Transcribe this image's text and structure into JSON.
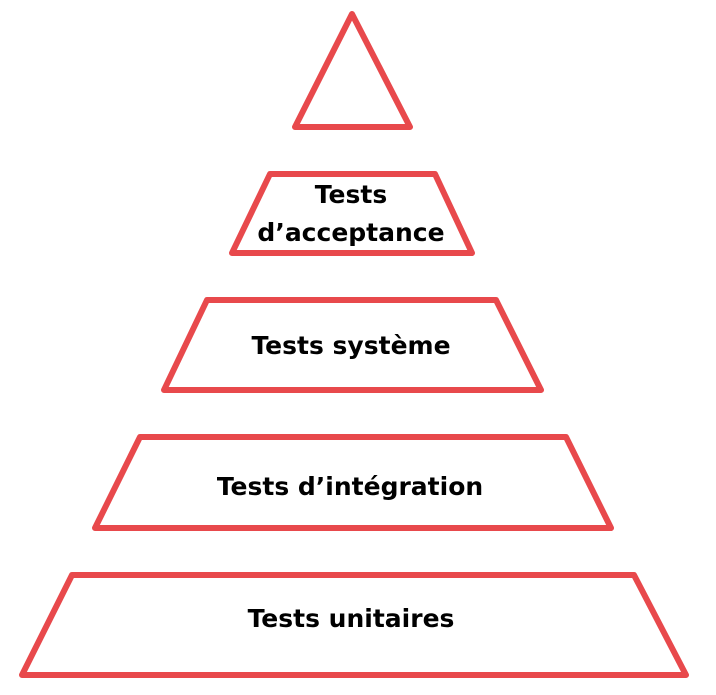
{
  "diagram": {
    "stroke_color": "#e8494c",
    "fill_color": "#ffffff",
    "text_color": "#000000",
    "tiers": [
      {
        "id": "apex",
        "label_lines": []
      },
      {
        "id": "acceptance",
        "label_lines": [
          "Tests",
          "d’acceptance"
        ]
      },
      {
        "id": "system",
        "label_lines": [
          "Tests système"
        ]
      },
      {
        "id": "integration",
        "label_lines": [
          "Tests d’intégration"
        ]
      },
      {
        "id": "unit",
        "label_lines": [
          "Tests unitaires"
        ]
      }
    ]
  }
}
